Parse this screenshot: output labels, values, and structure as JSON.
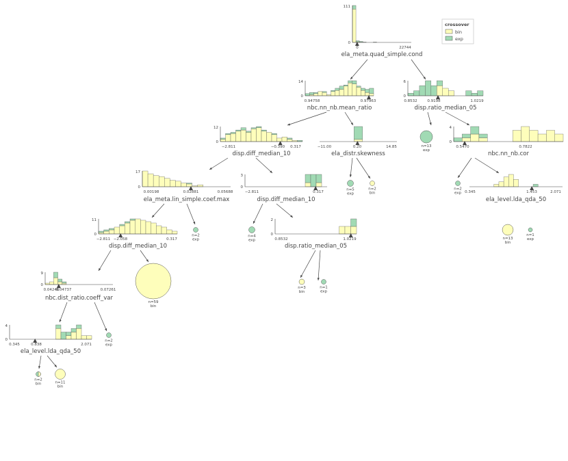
{
  "colors": {
    "bin": "#fefebb",
    "exp": "#a1dab4",
    "edge": "#444444",
    "axis": "#444444",
    "barEdge": "#555555"
  },
  "legend": {
    "title": "crossover",
    "items": [
      {
        "label": "bin",
        "class": "bin"
      },
      {
        "label": "exp",
        "class": "exp"
      }
    ]
  },
  "nodes": [
    {
      "id": "root",
      "feature": "ela_meta.quad_simple.cond",
      "ymax": "111",
      "ymin": "0",
      "ticks": [
        "0",
        "22744"
      ],
      "split_label": "0",
      "bins": [
        [
          100,
          11
        ],
        [
          2,
          3
        ],
        [
          1,
          2
        ],
        [
          0,
          1
        ],
        [
          0,
          0
        ],
        [
          0,
          0
        ],
        [
          0,
          1
        ],
        [
          0,
          0
        ],
        [
          0,
          0
        ],
        [
          0,
          0
        ],
        [
          0,
          0
        ],
        [
          0,
          0
        ],
        [
          0,
          0
        ],
        [
          0,
          0
        ],
        [
          0,
          0
        ],
        [
          0,
          0
        ],
        [
          0,
          0
        ]
      ]
    },
    {
      "id": "n1",
      "feature": "nbc.nn_nb.mean_ratio",
      "ymax": "14",
      "ymin": "0",
      "ticks": [
        "0.94758",
        "0.97963"
      ],
      "split_label": "",
      "bins": [
        [
          0,
          2
        ],
        [
          1,
          2
        ],
        [
          2,
          1
        ],
        [
          4,
          0
        ],
        [
          3,
          1
        ],
        [
          1,
          0
        ],
        [
          4,
          1
        ],
        [
          5,
          2
        ],
        [
          6,
          3
        ],
        [
          9,
          1
        ],
        [
          12,
          2
        ],
        [
          11,
          3
        ],
        [
          8,
          1
        ],
        [
          5,
          2
        ],
        [
          3,
          3
        ],
        [
          2,
          5
        ]
      ]
    },
    {
      "id": "n2",
      "feature": "disp.ratio_median_05",
      "ymax": "6",
      "ymin": "0",
      "ticks": [
        "0.8532",
        "0.9198",
        "1.0219"
      ],
      "split_label": "",
      "bins": [
        [
          0,
          1
        ],
        [
          0,
          2
        ],
        [
          0,
          4
        ],
        [
          0,
          6
        ],
        [
          0,
          4
        ],
        [
          4,
          2
        ],
        [
          3,
          0
        ],
        [
          2,
          0
        ],
        [
          0,
          0
        ],
        [
          0,
          0
        ],
        [
          0,
          2
        ],
        [
          0,
          1
        ],
        [
          0,
          2
        ]
      ]
    },
    {
      "id": "n3",
      "feature": "disp.diff_median_10",
      "ymax": "12",
      "ymin": "0",
      "ticks": [
        "−2.811",
        "−0.390",
        "0.317"
      ],
      "split_label": "",
      "bins": [
        [
          2,
          1
        ],
        [
          6,
          1
        ],
        [
          7,
          1
        ],
        [
          9,
          1
        ],
        [
          10,
          2
        ],
        [
          8,
          1
        ],
        [
          11,
          1
        ],
        [
          12,
          1
        ],
        [
          9,
          1
        ],
        [
          8,
          0
        ],
        [
          6,
          1
        ],
        [
          3,
          0
        ],
        [
          4,
          0
        ],
        [
          2,
          1
        ],
        [
          1,
          0
        ],
        [
          0,
          1
        ]
      ]
    },
    {
      "id": "n4",
      "feature": "ela_distr.skewness",
      "ymax": "",
      "ymin": "",
      "ticks": [
        "−11.00",
        "0.20",
        "14.85"
      ],
      "split_label": "",
      "bins": [
        [
          0,
          0
        ],
        [
          0,
          0
        ],
        [
          0,
          0
        ],
        [
          0,
          0
        ],
        [
          1,
          6
        ],
        [
          0,
          0
        ],
        [
          0,
          0
        ],
        [
          0,
          0
        ],
        [
          0,
          0
        ]
      ]
    },
    {
      "id": "n5",
      "feature": "nbc.nn_nb.cor",
      "ymax": "4",
      "ymin": "0",
      "ticks": [
        "0.5470",
        "0.7822"
      ],
      "split_label": "",
      "bins": [
        [
          0,
          1
        ],
        [
          1,
          1
        ],
        [
          2,
          2
        ],
        [
          1,
          1
        ],
        [
          0,
          0
        ],
        [
          0,
          0
        ],
        [
          0,
          0
        ],
        [
          3,
          0
        ],
        [
          4,
          0
        ],
        [
          3,
          0
        ],
        [
          2,
          0
        ],
        [
          3,
          0
        ],
        [
          2,
          0
        ]
      ]
    },
    {
      "id": "n6",
      "feature": "ela_meta.lin_simple.coef.max",
      "ymax": "17",
      "ymin": "0",
      "ticks": [
        "0.00198",
        "0.02881",
        "0.05688"
      ],
      "split_label": "",
      "bins": [
        [
          17,
          0
        ],
        [
          14,
          0
        ],
        [
          12,
          0
        ],
        [
          11,
          0
        ],
        [
          9,
          0
        ],
        [
          7,
          0
        ],
        [
          6,
          0
        ],
        [
          4,
          0
        ],
        [
          3,
          1
        ],
        [
          1,
          0
        ],
        [
          2,
          0
        ],
        [
          0,
          0
        ],
        [
          0,
          0
        ],
        [
          0,
          0
        ],
        [
          0,
          0
        ],
        [
          0,
          0
        ]
      ]
    },
    {
      "id": "n7",
      "feature": "disp.diff_median_10",
      "ymax": "3",
      "ymin": "0",
      "ticks": [
        "−2.811",
        "0.317"
      ],
      "split_label": "",
      "bins": [
        [
          0,
          0
        ],
        [
          0,
          0
        ],
        [
          0,
          0
        ],
        [
          0,
          0
        ],
        [
          0,
          0
        ],
        [
          0,
          0
        ],
        [
          0,
          0
        ],
        [
          0,
          0
        ],
        [
          0,
          0
        ],
        [
          0,
          0
        ],
        [
          0,
          0
        ],
        [
          1,
          2
        ],
        [
          0,
          3
        ],
        [
          1,
          2
        ],
        [
          0,
          0
        ]
      ]
    },
    {
      "id": "n8",
      "feature": "ela_level.lda_qda_50",
      "ymax": "",
      "ymin": "",
      "ticks": [
        "0.345",
        "1.453",
        "2.071"
      ],
      "split_label": "",
      "bins": [
        [
          0,
          0
        ],
        [
          0,
          0
        ],
        [
          0,
          0
        ],
        [
          0,
          0
        ],
        [
          0,
          0
        ],
        [
          1,
          0
        ],
        [
          2,
          0
        ],
        [
          4,
          0
        ],
        [
          5,
          0
        ],
        [
          3,
          0
        ],
        [
          0,
          0
        ],
        [
          0,
          0
        ],
        [
          0,
          0
        ],
        [
          0,
          1
        ],
        [
          0,
          0
        ],
        [
          0,
          0
        ],
        [
          0,
          0
        ],
        [
          0,
          0
        ],
        [
          0,
          0
        ]
      ]
    },
    {
      "id": "n9",
      "feature": "disp.diff_median_10",
      "ymax": "11",
      "ymin": "0",
      "ticks": [
        "−2.811",
        "−2.058",
        "0.317"
      ],
      "split_label": "",
      "bins": [
        [
          1,
          1
        ],
        [
          2,
          1
        ],
        [
          3,
          1
        ],
        [
          5,
          0
        ],
        [
          6,
          1
        ],
        [
          8,
          1
        ],
        [
          10,
          1
        ],
        [
          11,
          0
        ],
        [
          10,
          0
        ],
        [
          9,
          0
        ],
        [
          8,
          0
        ],
        [
          6,
          0
        ],
        [
          5,
          0
        ],
        [
          3,
          0
        ],
        [
          2,
          0
        ]
      ]
    },
    {
      "id": "n10",
      "feature": "disp.ratio_median_05",
      "ymax": "2",
      "ymin": "0",
      "ticks": [
        "0.8532",
        "1.0219"
      ],
      "split_label": "",
      "bins": [
        [
          0,
          0
        ],
        [
          0,
          0
        ],
        [
          0,
          0
        ],
        [
          0,
          0
        ],
        [
          0,
          0
        ],
        [
          0,
          0
        ],
        [
          0,
          0
        ],
        [
          0,
          0
        ],
        [
          0,
          0
        ],
        [
          0,
          0
        ],
        [
          0,
          0
        ],
        [
          1,
          0
        ],
        [
          1,
          0
        ],
        [
          1,
          1
        ]
      ]
    },
    {
      "id": "n11",
      "feature": "nbc.dist_ratio.coeff_var",
      "ymax": "9",
      "ymin": "0",
      "ticks": [
        "0.04246",
        "0.04737",
        "0.07261"
      ],
      "split_label": "",
      "bins": [
        [
          1,
          0
        ],
        [
          2,
          0
        ],
        [
          5,
          4
        ],
        [
          2,
          2
        ],
        [
          1,
          1
        ],
        [
          0,
          0
        ],
        [
          0,
          0
        ],
        [
          0,
          0
        ],
        [
          0,
          0
        ],
        [
          0,
          0
        ],
        [
          0,
          0
        ],
        [
          0,
          0
        ],
        [
          0,
          0
        ],
        [
          0,
          0
        ],
        [
          0,
          0
        ],
        [
          0,
          0
        ]
      ]
    },
    {
      "id": "n12",
      "feature": "ela_level.lda_qda_50",
      "ymax": "4",
      "ymin": "0",
      "ticks": [
        "0.345",
        "0.838",
        "2.071"
      ],
      "split_label": "",
      "bins": [
        [
          0,
          0
        ],
        [
          0,
          0
        ],
        [
          0,
          0
        ],
        [
          0,
          0
        ],
        [
          0,
          0
        ],
        [
          0,
          0
        ],
        [
          0,
          0
        ],
        [
          0,
          0
        ],
        [
          0,
          0
        ],
        [
          3,
          1
        ],
        [
          0,
          2
        ],
        [
          1,
          1
        ],
        [
          2,
          1
        ],
        [
          3,
          1
        ],
        [
          1,
          0
        ],
        [
          1,
          0
        ]
      ]
    }
  ],
  "leaves": [
    {
      "id": "L1",
      "n": "n=13",
      "cls": "exp",
      "counts": [
        0,
        13
      ]
    },
    {
      "id": "L2",
      "n": "n=5",
      "cls": "exp",
      "counts": [
        0,
        5
      ]
    },
    {
      "id": "L3",
      "n": "n=2",
      "cls": "bin",
      "counts": [
        2,
        0
      ]
    },
    {
      "id": "L4",
      "n": "n=2",
      "cls": "exp",
      "counts": [
        0,
        2
      ]
    },
    {
      "id": "L5",
      "n": "n=2",
      "cls": "exp",
      "counts": [
        0,
        2
      ]
    },
    {
      "id": "L6",
      "n": "n=13",
      "cls": "bin",
      "counts": [
        13,
        0
      ]
    },
    {
      "id": "L7",
      "n": "n=1",
      "cls": "exp",
      "counts": [
        0,
        1
      ]
    },
    {
      "id": "L8",
      "n": "n=4",
      "cls": "exp",
      "counts": [
        0,
        4
      ]
    },
    {
      "id": "L9",
      "n": "n=59",
      "cls": "bin",
      "counts": [
        59,
        0
      ]
    },
    {
      "id": "L10",
      "n": "n=3",
      "cls": "bin",
      "counts": [
        3,
        0
      ]
    },
    {
      "id": "L11",
      "n": "n=1",
      "cls": "exp",
      "counts": [
        0,
        1
      ]
    },
    {
      "id": "L12",
      "n": "n=2",
      "cls": "exp",
      "counts": [
        0,
        2
      ]
    },
    {
      "id": "L13",
      "n": "n=2",
      "cls": "bin",
      "counts": [
        1,
        1
      ]
    },
    {
      "id": "L14",
      "n": "n=11",
      "cls": "bin",
      "counts": [
        11,
        0
      ]
    }
  ]
}
